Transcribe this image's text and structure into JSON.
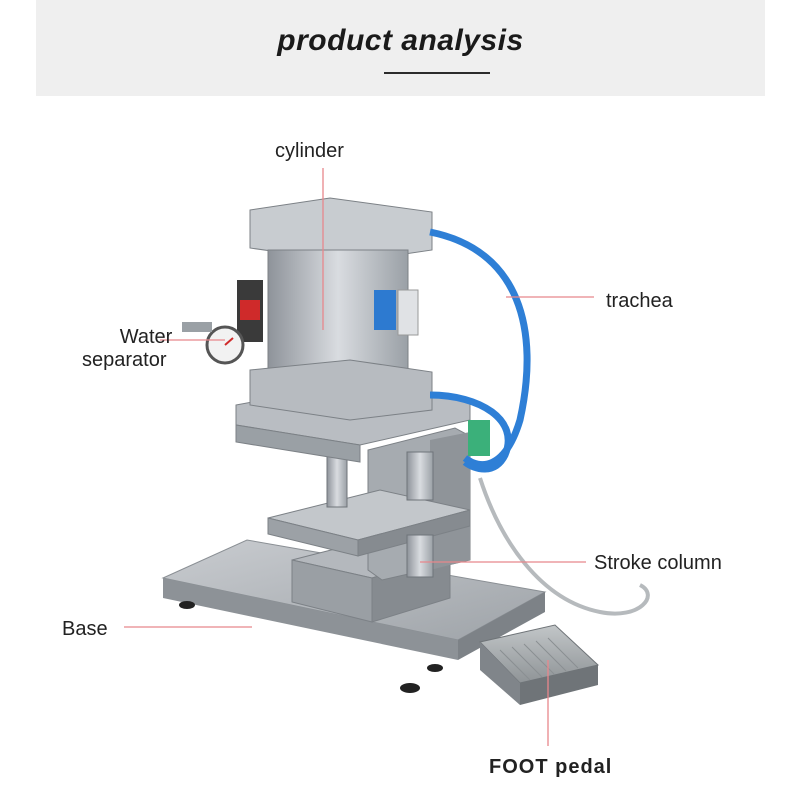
{
  "header": {
    "title": "product analysis"
  },
  "labels": {
    "cylinder": "cylinder",
    "water_separator_line1": "Water",
    "water_separator_line2": "separator",
    "trachea": "trachea",
    "stroke_column": "Stroke column",
    "base": "Base",
    "foot_pedal": "FOOT pedal"
  },
  "colors": {
    "header_bg": "#efefef",
    "leader_line": "#e8878c",
    "metal": "#b8bcc2",
    "tube": "#2e7fd6",
    "pedal": "#a9aeb1"
  }
}
